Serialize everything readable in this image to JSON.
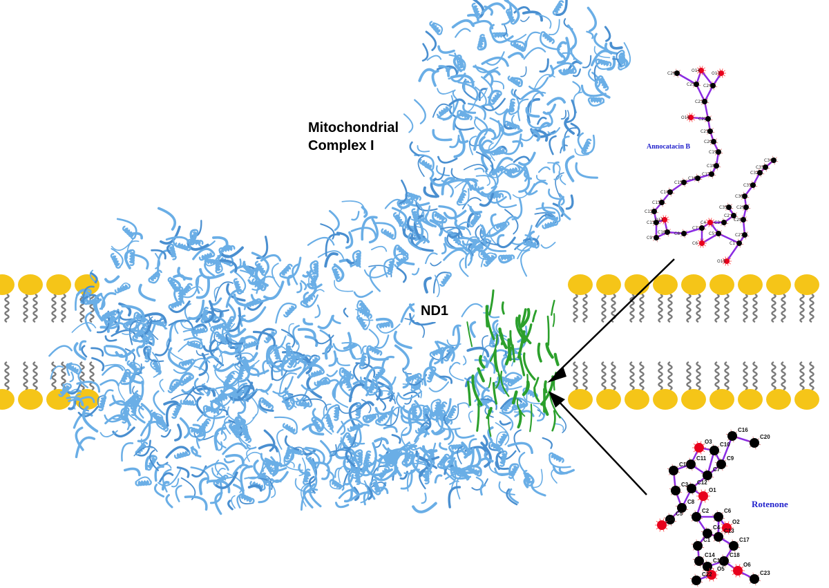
{
  "labels": {
    "complex_line1": "Mitochondrial",
    "complex_line2": "Complex I",
    "subunit": "ND1",
    "inhibitor_top": "Annocatacin B",
    "inhibitor_bottom": "Rotenone"
  },
  "colors": {
    "protein": "#6aaee6",
    "protein_dark": "#4a8fd0",
    "nd1": "#2ca02c",
    "lipid_head": "#f5c518",
    "lipid_tail": "#7a7a7a",
    "bond": "#8a2be2",
    "carbon": "#000000",
    "oxygen": "#e8001c",
    "molecule_label": "#2222cc"
  },
  "annocatacin_atoms": [
    "C26",
    "O14",
    "O13",
    "C25",
    "C24",
    "C23",
    "O16",
    "C22",
    "C21",
    "C20",
    "C19",
    "C18",
    "C17",
    "C16",
    "C15",
    "C14",
    "C13",
    "C12",
    "C11",
    "O11",
    "C10",
    "C9",
    "C8",
    "C7",
    "C6",
    "C5",
    "C4",
    "C3",
    "C2",
    "C1",
    "O15",
    "C27",
    "C28",
    "C29",
    "C30",
    "C31",
    "C32",
    "C33",
    "C34",
    "C35"
  ],
  "rotenone_atoms": [
    "C16",
    "C20",
    "O3",
    "C10",
    "C9",
    "C11",
    "C7",
    "C15",
    "C12",
    "C3",
    "O1",
    "C8",
    "C2",
    "C5",
    "O4",
    "C6",
    "O2",
    "C4",
    "C13",
    "C1",
    "C17",
    "C14",
    "C18",
    "C19",
    "O5",
    "O6",
    "C22",
    "C23"
  ]
}
